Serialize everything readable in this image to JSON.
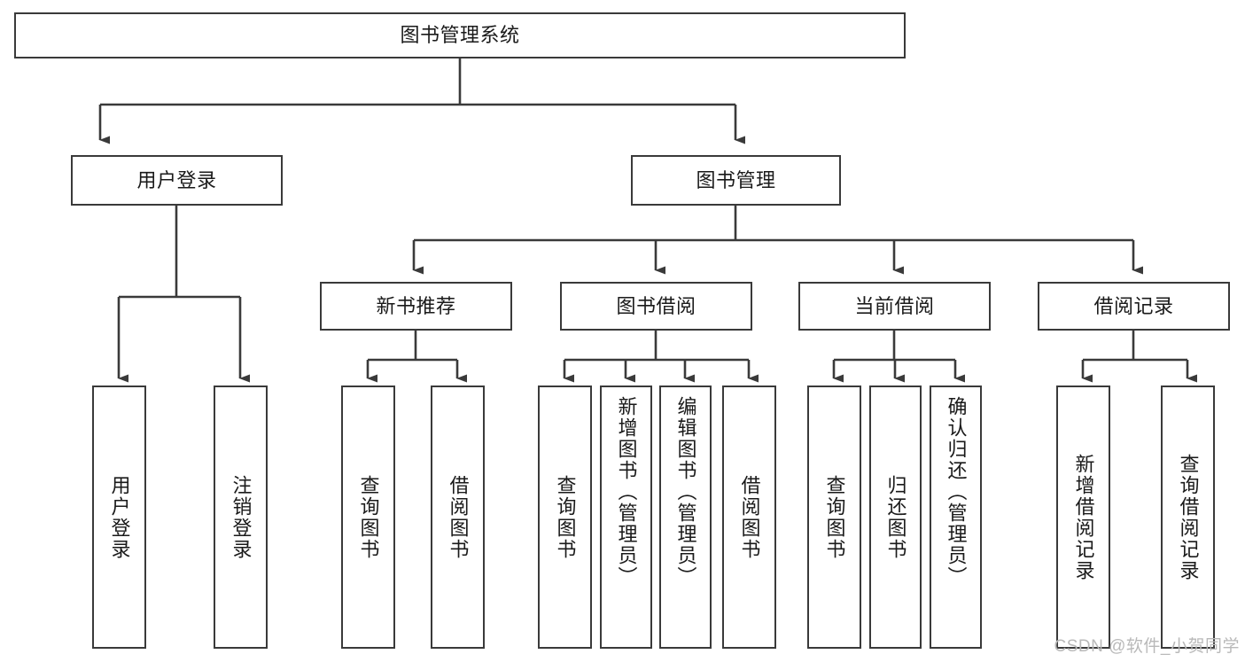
{
  "diagram": {
    "title": "图书管理系统",
    "type": "hierarchy-tree",
    "levels": 4,
    "colors": {
      "box_border": "#3a3a3a",
      "box_fill": "#ffffff",
      "connector": "#3a3a3a",
      "text": "#1a1a1a",
      "watermark": "#b9b9b9"
    }
  },
  "root": {
    "label": "图书管理系统"
  },
  "level2": [
    {
      "label": "用户登录"
    },
    {
      "label": "图书管理"
    }
  ],
  "level3": [
    {
      "label": "新书推荐"
    },
    {
      "label": "图书借阅"
    },
    {
      "label": "当前借阅"
    },
    {
      "label": "借阅记录"
    }
  ],
  "leaves": {
    "user_login": [
      {
        "label": "用户登录"
      },
      {
        "label": "注销登录"
      }
    ],
    "new_book_recommend": [
      {
        "label": "查询图书"
      },
      {
        "label": "借阅图书"
      }
    ],
    "book_borrow": [
      {
        "label": "查询图书"
      },
      {
        "label": "新增图书（管理员）"
      },
      {
        "label": "编辑图书（管理员）"
      },
      {
        "label": "借阅图书"
      }
    ],
    "current_borrow": [
      {
        "label": "查询图书"
      },
      {
        "label": "归还图书"
      },
      {
        "label": "确认归还（管理员）"
      }
    ],
    "borrow_record": [
      {
        "label": "新增借阅记录"
      },
      {
        "label": "查询借阅记录"
      }
    ]
  },
  "watermark": {
    "text": "CSDN @软件_小贺同学"
  },
  "chart_data": {
    "type": "table",
    "title": "图书管理系统",
    "tree": {
      "name": "图书管理系统",
      "children": [
        {
          "name": "用户登录",
          "children": [
            {
              "name": "用户登录"
            },
            {
              "name": "注销登录"
            }
          ]
        },
        {
          "name": "图书管理",
          "children": [
            {
              "name": "新书推荐",
              "children": [
                {
                  "name": "查询图书"
                },
                {
                  "name": "借阅图书"
                }
              ]
            },
            {
              "name": "图书借阅",
              "children": [
                {
                  "name": "查询图书"
                },
                {
                  "name": "新增图书（管理员）"
                },
                {
                  "name": "编辑图书（管理员）"
                },
                {
                  "name": "借阅图书"
                }
              ]
            },
            {
              "name": "当前借阅",
              "children": [
                {
                  "name": "查询图书"
                },
                {
                  "name": "归还图书"
                },
                {
                  "name": "确认归还（管理员）"
                }
              ]
            },
            {
              "name": "借阅记录",
              "children": [
                {
                  "name": "新增借阅记录"
                },
                {
                  "name": "查询借阅记录"
                }
              ]
            }
          ]
        }
      ]
    }
  }
}
